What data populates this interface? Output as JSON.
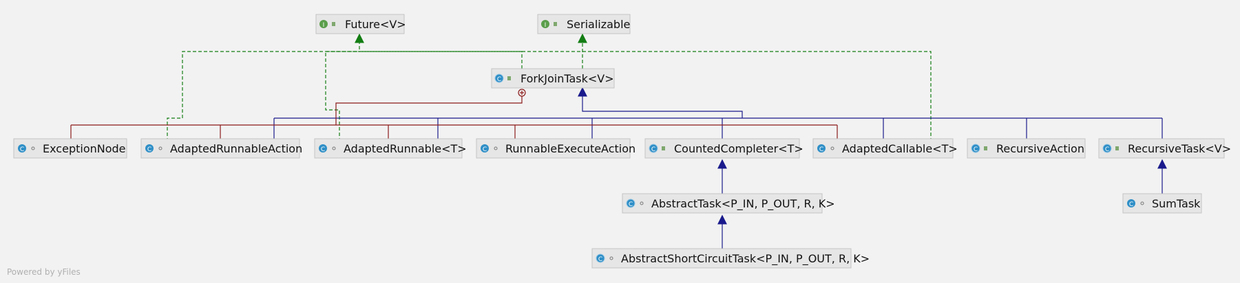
{
  "footer_text": "Powered by yFiles",
  "colors": {
    "implements": "#137d13",
    "extends": "#1a1a8c",
    "inner": "#8b1a1a",
    "interface_icon": "#5a9e4b",
    "class_icon": "#2f8fc7",
    "box_fill": "#e6e6e6",
    "box_stroke": "#c4c4c4"
  },
  "nodes": [
    {
      "id": "future",
      "label": "Future<V>",
      "kind": "interface",
      "modifier": "public"
    },
    {
      "id": "serializable",
      "label": "Serializable",
      "kind": "interface",
      "modifier": "public"
    },
    {
      "id": "forkjoin",
      "label": "ForkJoinTask<V>",
      "kind": "abstract-class",
      "modifier": "public"
    },
    {
      "id": "exceptionnode",
      "label": "ExceptionNode",
      "kind": "class",
      "modifier": "package"
    },
    {
      "id": "adaptedrunnableaction",
      "label": "AdaptedRunnableAction",
      "kind": "class",
      "modifier": "package"
    },
    {
      "id": "adaptedrunnable",
      "label": "AdaptedRunnable<T>",
      "kind": "class",
      "modifier": "package"
    },
    {
      "id": "runnableexecuteaction",
      "label": "RunnableExecuteAction",
      "kind": "class",
      "modifier": "package"
    },
    {
      "id": "countedcompleter",
      "label": "CountedCompleter<T>",
      "kind": "abstract-class",
      "modifier": "public"
    },
    {
      "id": "adaptedcallable",
      "label": "AdaptedCallable<T>",
      "kind": "class",
      "modifier": "package"
    },
    {
      "id": "recursiveaction",
      "label": "RecursiveAction",
      "kind": "abstract-class",
      "modifier": "public"
    },
    {
      "id": "recursivetask",
      "label": "RecursiveTask<V>",
      "kind": "abstract-class",
      "modifier": "public"
    },
    {
      "id": "abstracttask",
      "label": "AbstractTask<P_IN, P_OUT, R, K>",
      "kind": "abstract-class",
      "modifier": "package"
    },
    {
      "id": "sumtask",
      "label": "SumTask",
      "kind": "class",
      "modifier": "package"
    },
    {
      "id": "abstractshortcircuittask",
      "label": "AbstractShortCircuitTask<P_IN, P_OUT, R, K>",
      "kind": "abstract-class",
      "modifier": "package"
    }
  ],
  "edges": [
    {
      "type": "implements",
      "from": "forkjoin",
      "to": "future"
    },
    {
      "type": "implements",
      "from": "forkjoin",
      "to": "serializable"
    },
    {
      "type": "implements",
      "from": "adaptedrunnableaction",
      "to": "future"
    },
    {
      "type": "implements",
      "from": "adaptedrunnable",
      "to": "future"
    },
    {
      "type": "implements",
      "from": "adaptedcallable",
      "to": "future"
    },
    {
      "type": "extends",
      "from": "adaptedrunnableaction",
      "to": "forkjoin"
    },
    {
      "type": "extends",
      "from": "adaptedrunnable",
      "to": "forkjoin"
    },
    {
      "type": "extends",
      "from": "runnableexecuteaction",
      "to": "forkjoin"
    },
    {
      "type": "extends",
      "from": "countedcompleter",
      "to": "forkjoin"
    },
    {
      "type": "extends",
      "from": "adaptedcallable",
      "to": "forkjoin"
    },
    {
      "type": "extends",
      "from": "recursiveaction",
      "to": "forkjoin"
    },
    {
      "type": "extends",
      "from": "recursivetask",
      "to": "forkjoin"
    },
    {
      "type": "extends",
      "from": "abstracttask",
      "to": "countedcompleter"
    },
    {
      "type": "extends",
      "from": "abstractshortcircuittask",
      "to": "abstracttask"
    },
    {
      "type": "extends",
      "from": "sumtask",
      "to": "recursivetask"
    },
    {
      "type": "inner",
      "from": "exceptionnode",
      "to": "forkjoin"
    },
    {
      "type": "inner",
      "from": "adaptedrunnableaction",
      "to": "forkjoin"
    },
    {
      "type": "inner",
      "from": "adaptedrunnable",
      "to": "forkjoin"
    },
    {
      "type": "inner",
      "from": "runnableexecuteaction",
      "to": "forkjoin"
    },
    {
      "type": "inner",
      "from": "adaptedcallable",
      "to": "forkjoin"
    }
  ]
}
